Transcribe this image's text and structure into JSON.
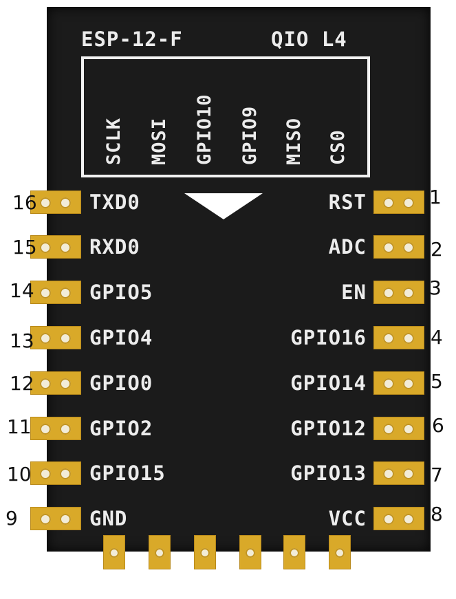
{
  "module": {
    "model": "ESP-12-F",
    "flash_mode": "QIO L4"
  },
  "flash_pins": [
    "SCLK",
    "MOSI",
    "GPIO10",
    "GPIO9",
    "MISO",
    "CS0"
  ],
  "left_pins": [
    {
      "num": "16",
      "label": "TXD0"
    },
    {
      "num": "15",
      "label": "RXD0"
    },
    {
      "num": "14",
      "label": "GPIO5"
    },
    {
      "num": "13",
      "label": "GPIO4"
    },
    {
      "num": "12",
      "label": "GPIO0"
    },
    {
      "num": "11",
      "label": "GPIO2"
    },
    {
      "num": "10",
      "label": "GPIO15"
    },
    {
      "num": "9",
      "label": "GND"
    }
  ],
  "right_pins": [
    {
      "num": "1",
      "label": "RST"
    },
    {
      "num": "2",
      "label": "ADC"
    },
    {
      "num": "3",
      "label": "EN"
    },
    {
      "num": "4",
      "label": "GPIO16"
    },
    {
      "num": "5",
      "label": "GPIO14"
    },
    {
      "num": "6",
      "label": "GPIO12"
    },
    {
      "num": "7",
      "label": "GPIO13"
    },
    {
      "num": "8",
      "label": "VCC"
    }
  ],
  "colors": {
    "board": "#1b1b1b",
    "pad": "#d9a929",
    "silkscreen": "#ececec"
  }
}
